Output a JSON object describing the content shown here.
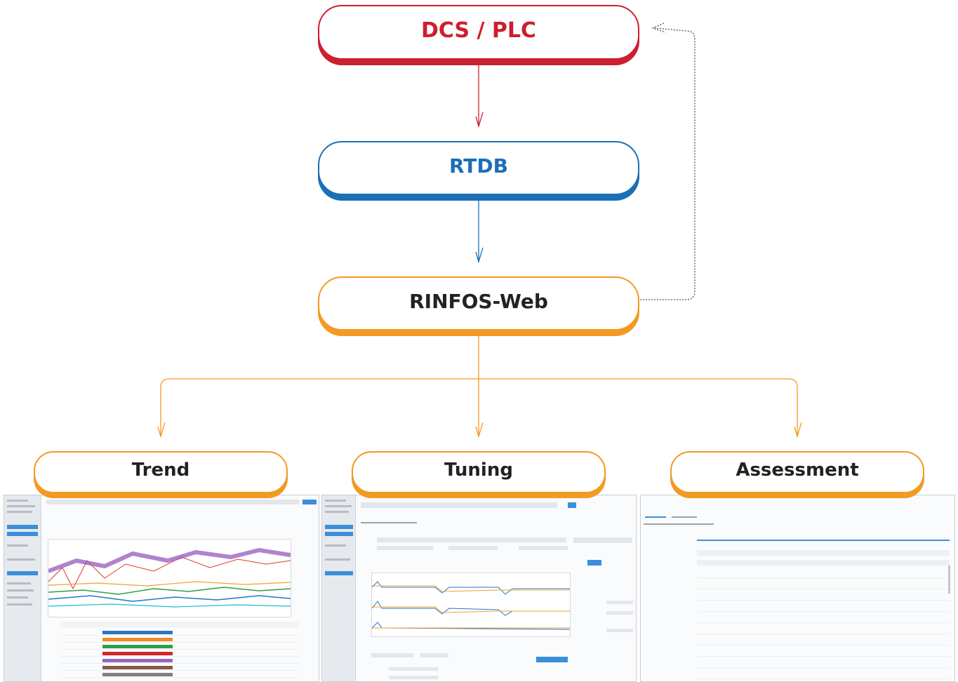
{
  "nodes": {
    "dcs_plc": "DCS / PLC",
    "rtdb": "RTDB",
    "rinfos_web": "RINFOS-Web",
    "trend": "Trend",
    "tuning": "Tuning",
    "assessment": "Assessment"
  },
  "colors": {
    "dcs_plc": "#cc1f2f",
    "rtdb": "#1b6fb6",
    "rinfos_web": "#f39a22",
    "modules": "#f39a22",
    "text_dark": "#222222",
    "feedback_line": "#555555"
  },
  "screens": {
    "trend": "trend-module-screenshot",
    "tuning": "tuning-module-screenshot",
    "assessment": "assessment-module-screenshot"
  }
}
